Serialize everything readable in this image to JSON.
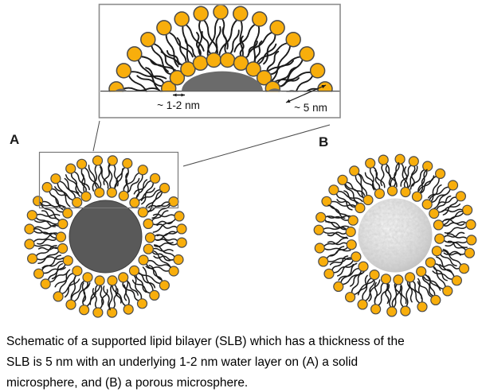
{
  "labels": {
    "panel_a": "A",
    "panel_b": "B"
  },
  "inset": {
    "water_gap_label": "~ 1-2 nm",
    "bilayer_label": "~ 5 nm"
  },
  "caption": {
    "lines": [
      "Schematic of a supported lipid bilayer (SLB) which has a thickness of the",
      "SLB is 5 nm with an underlying 1-2 nm water layer on (A) a solid",
      "microsphere, and (B) a porous microsphere."
    ]
  },
  "figure": {
    "colors": {
      "lipid_head": "#F8AE0C",
      "lipid_head_stroke": "#4A4A4A",
      "lipid_tail": "#1A1A1A",
      "solid_core": "#595959",
      "solid_core_stroke": "#3E3E3E",
      "dome": "#6B6B6B",
      "porous_light": "#F4F4F4",
      "porous_mid": "#DCDCDC",
      "porous_dark": "#BDBDBD",
      "speckle": "#8C8C8C",
      "box_border": "#8C8C8C",
      "thin_line": "#4A4A4A"
    }
  }
}
